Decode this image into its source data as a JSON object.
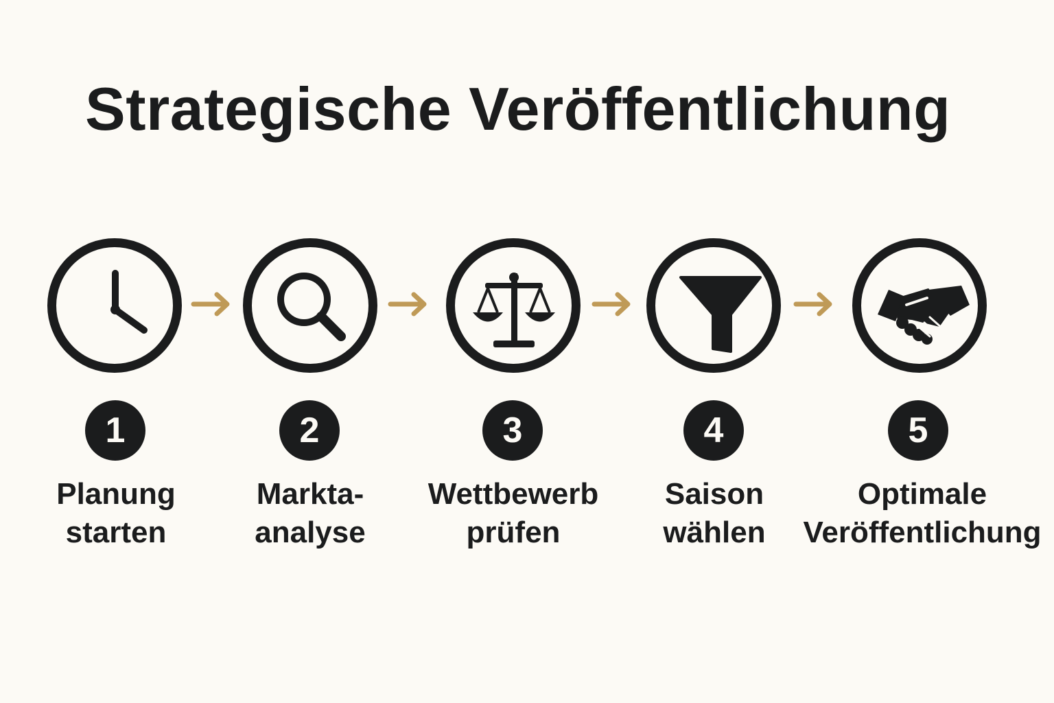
{
  "title": "Strategische Veröffentlichung",
  "colors": {
    "background": "#fcfaf5",
    "ink": "#1b1c1d",
    "arrow": "#bf9a57"
  },
  "steps": [
    {
      "number": "1",
      "icon": "clock-icon",
      "label_line1": "Planung",
      "label_line2": "starten"
    },
    {
      "number": "2",
      "icon": "magnifier-icon",
      "label_line1": "Markta-",
      "label_line2": "analyse"
    },
    {
      "number": "3",
      "icon": "scales-icon",
      "label_line1": "Wettbewerb",
      "label_line2": "prüfen"
    },
    {
      "number": "4",
      "icon": "funnel-icon",
      "label_line1": "Saison",
      "label_line2": "wählen"
    },
    {
      "number": "5",
      "icon": "handshake-icon",
      "label_line1": "Optimale",
      "label_line2": "Veröffentlichung"
    }
  ]
}
